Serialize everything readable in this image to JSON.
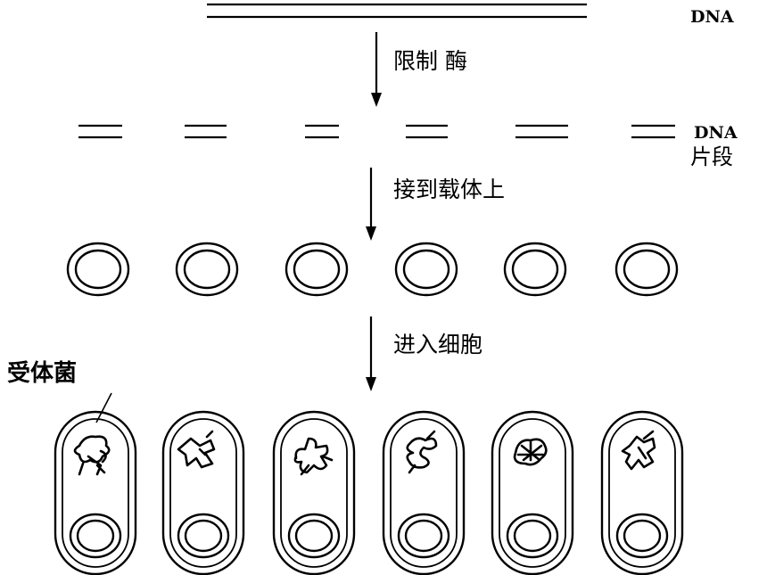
{
  "diagram": {
    "labels": {
      "dna": "DNA",
      "fragment_dna": "DNA",
      "fragment_word": "片段",
      "host_cell": "受体菌"
    },
    "steps": [
      {
        "id": "restriction",
        "label": "限制 酶"
      },
      {
        "id": "ligation",
        "label": "接到载体上"
      },
      {
        "id": "transformation",
        "label": "进入细胞"
      }
    ],
    "fragment_count": 6,
    "vector_count": 6,
    "cell_count": 6,
    "colors": {
      "ink": "#000000",
      "background": "#ffffff"
    }
  }
}
